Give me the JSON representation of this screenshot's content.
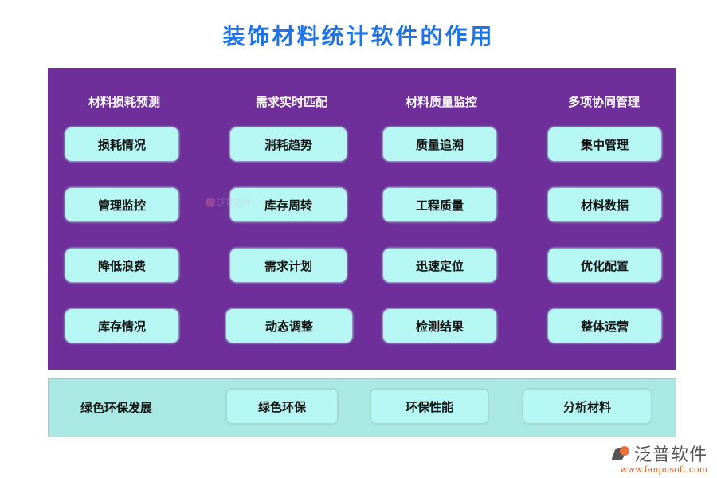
{
  "title": "装饰材料统计软件的作用",
  "colors": {
    "title": "#1e73e8",
    "panel": "#6f2f9b",
    "box": "#b6f6f3",
    "bottom_panel": "#aae8e3"
  },
  "columns": [
    {
      "heading": "材料损耗预测",
      "items": [
        "损耗情况",
        "管理监控",
        "降低浪费",
        "库存情况"
      ]
    },
    {
      "heading": "需求实时匹配",
      "items": [
        "消耗趋势",
        "库存周转",
        "需求计划",
        "动态调整"
      ]
    },
    {
      "heading": "材料质量监控",
      "items": [
        "质量追溯",
        "工程质量",
        "迅速定位",
        "检测结果"
      ]
    },
    {
      "heading": "多项协同管理",
      "items": [
        "集中管理",
        "材料数据",
        "优化配置",
        "整体运营"
      ]
    }
  ],
  "bottom": {
    "label": "绿色环保发展",
    "items": [
      "绿色环保",
      "环保性能",
      "分析材料"
    ]
  },
  "watermark": {
    "text": "泛普软件"
  },
  "logo": {
    "name": "泛普软件",
    "url": "www.fanpusoft.com"
  }
}
